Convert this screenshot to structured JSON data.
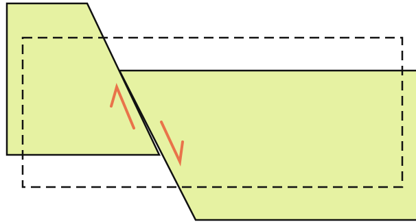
{
  "diagram": {
    "type": "fault-block-illustration",
    "colors": {
      "background": "#ffffff",
      "block_fill": "#e6f2a2",
      "outline": "#111111",
      "dashed_outline": "#111111",
      "arrow": "#e9734a"
    },
    "elements": [
      "left-fault-block",
      "right-fault-block",
      "dashed-reference-rectangle",
      "up-motion-arrow",
      "down-motion-arrow"
    ]
  }
}
